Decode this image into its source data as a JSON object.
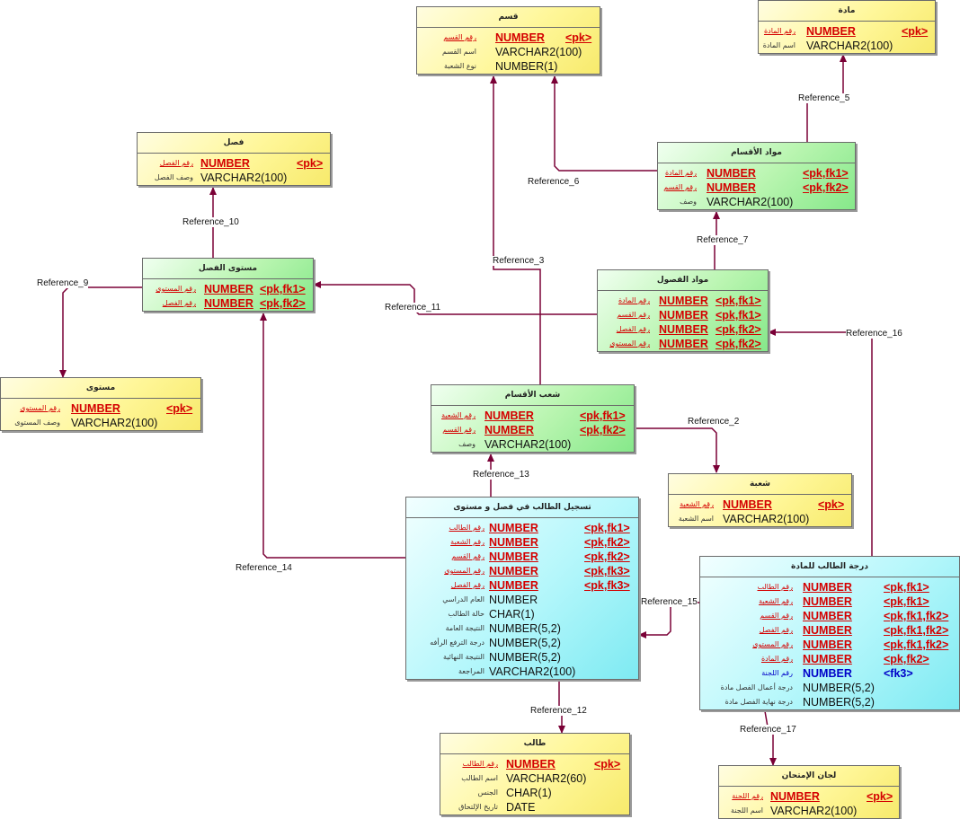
{
  "colors": {
    "line": "#7a0036",
    "pk_text": "#d40000",
    "fk_text": "#0000c8",
    "yellow_entity": "#fff79a",
    "green_entity": "#b9f5b0",
    "cyan_entity": "#b5f7fb"
  },
  "entities": [
    {
      "id": "qism",
      "title": "قسم",
      "theme": "yellow",
      "cols": [
        {
          "name": "رقم القسم",
          "type": "NUMBER",
          "key": "<pk>",
          "style": "key"
        },
        {
          "name": "اسم القسم",
          "type": "VARCHAR2(100)",
          "key": "",
          "style": "plain"
        },
        {
          "name": "نوع الشعبة",
          "type": "NUMBER(1)",
          "key": "",
          "style": "plain"
        }
      ]
    },
    {
      "id": "mada",
      "title": "مادة",
      "theme": "yellow",
      "cols": [
        {
          "name": "رقم المادة",
          "type": "NUMBER",
          "key": "<pk>",
          "style": "key"
        },
        {
          "name": "اسم المادة",
          "type": "VARCHAR2(100)",
          "key": "",
          "style": "plain"
        }
      ]
    },
    {
      "id": "fasl",
      "title": "فصل",
      "theme": "yellow",
      "cols": [
        {
          "name": "رقم الفصل",
          "type": "NUMBER",
          "key": "<pk>",
          "style": "key"
        },
        {
          "name": "وصف الفصل",
          "type": "VARCHAR2(100)",
          "key": "",
          "style": "plain"
        }
      ]
    },
    {
      "id": "mawad_aqsam",
      "title": "مواد الأقسام",
      "theme": "green",
      "cols": [
        {
          "name": "رقم المادة",
          "type": "NUMBER",
          "key": "<pk,fk1>",
          "style": "key"
        },
        {
          "name": "رقم القسم",
          "type": "NUMBER",
          "key": "<pk,fk2>",
          "style": "key"
        },
        {
          "name": "وصف",
          "type": "VARCHAR2(100)",
          "key": "",
          "style": "plain"
        }
      ]
    },
    {
      "id": "mustawa_fasl",
      "title": "مستوى الفصل",
      "theme": "green",
      "cols": [
        {
          "name": "رقم المستوى",
          "type": "NUMBER",
          "key": "<pk,fk1>",
          "style": "key"
        },
        {
          "name": "رقم الفصل",
          "type": "NUMBER",
          "key": "<pk,fk2>",
          "style": "key"
        }
      ]
    },
    {
      "id": "mawad_fusul",
      "title": "مواد الفصول",
      "theme": "green",
      "cols": [
        {
          "name": "رقم المادة",
          "type": "NUMBER",
          "key": "<pk,fk1>",
          "style": "key"
        },
        {
          "name": "رقم القسم",
          "type": "NUMBER",
          "key": "<pk,fk1>",
          "style": "key"
        },
        {
          "name": "رقم الفصل",
          "type": "NUMBER",
          "key": "<pk,fk2>",
          "style": "key"
        },
        {
          "name": "رقم المستوى",
          "type": "NUMBER",
          "key": "<pk,fk2>",
          "style": "key"
        }
      ]
    },
    {
      "id": "mustawa",
      "title": "مستوى",
      "theme": "yellow",
      "cols": [
        {
          "name": "رقم المستوى",
          "type": "NUMBER",
          "key": "<pk>",
          "style": "key"
        },
        {
          "name": "وصف المستوى",
          "type": "VARCHAR2(100)",
          "key": "",
          "style": "plain"
        }
      ]
    },
    {
      "id": "shuab_aqsam",
      "title": "شعب الأقسام",
      "theme": "green",
      "cols": [
        {
          "name": "رقم الشعبة",
          "type": "NUMBER",
          "key": "<pk,fk1>",
          "style": "key"
        },
        {
          "name": "رقم القسم",
          "type": "NUMBER",
          "key": "<pk,fk2>",
          "style": "key"
        },
        {
          "name": "وصف",
          "type": "VARCHAR2(100)",
          "key": "",
          "style": "plain"
        }
      ]
    },
    {
      "id": "shuba",
      "title": "شعبة",
      "theme": "yellow",
      "cols": [
        {
          "name": "رقم الشعبة",
          "type": "NUMBER",
          "key": "<pk>",
          "style": "key"
        },
        {
          "name": "اسم الشعبة",
          "type": "VARCHAR2(100)",
          "key": "",
          "style": "plain"
        }
      ]
    },
    {
      "id": "tasjeel",
      "title": "تسجيل الطالب في فصل و مستوى",
      "theme": "cyan",
      "cols": [
        {
          "name": "رقم الطالب",
          "type": "NUMBER",
          "key": "<pk,fk1>",
          "style": "key"
        },
        {
          "name": "رقم الشعبة",
          "type": "NUMBER",
          "key": "<pk,fk2>",
          "style": "key"
        },
        {
          "name": "رقم القسم",
          "type": "NUMBER",
          "key": "<pk,fk2>",
          "style": "key"
        },
        {
          "name": "رقم المستوى",
          "type": "NUMBER",
          "key": "<pk,fk3>",
          "style": "key"
        },
        {
          "name": "رقم الفصل",
          "type": "NUMBER",
          "key": "<pk,fk3>",
          "style": "key"
        },
        {
          "name": "العام الدراسي",
          "type": "NUMBER",
          "key": "",
          "style": "plain"
        },
        {
          "name": "حالة الطالب",
          "type": "CHAR(1)",
          "key": "",
          "style": "plain"
        },
        {
          "name": "النتيجة العامة",
          "type": "NUMBER(5,2)",
          "key": "",
          "style": "plain"
        },
        {
          "name": "درجة الترفع الرأفه",
          "type": "NUMBER(5,2)",
          "key": "",
          "style": "plain"
        },
        {
          "name": "النتيجة النهائية",
          "type": "NUMBER(5,2)",
          "key": "",
          "style": "plain"
        },
        {
          "name": "المراجعة",
          "type": "VARCHAR2(100)",
          "key": "",
          "style": "plain"
        }
      ]
    },
    {
      "id": "daraja",
      "title": "درجة الطالب للمادة",
      "theme": "cyan",
      "cols": [
        {
          "name": "رقم الطالب",
          "type": "NUMBER",
          "key": "<pk,fk1>",
          "style": "key"
        },
        {
          "name": "رقم الشعبة",
          "type": "NUMBER",
          "key": "<pk,fk1>",
          "style": "key"
        },
        {
          "name": "رقم القسم",
          "type": "NUMBER",
          "key": "<pk,fk1,fk2>",
          "style": "key"
        },
        {
          "name": "رقم الفصل",
          "type": "NUMBER",
          "key": "<pk,fk1,fk2>",
          "style": "key"
        },
        {
          "name": "رقم المستوى",
          "type": "NUMBER",
          "key": "<pk,fk1,fk2>",
          "style": "key"
        },
        {
          "name": "رقم المادة",
          "type": "NUMBER",
          "key": "<pk,fk2>",
          "style": "key"
        },
        {
          "name": "رقم اللجنة",
          "type": "NUMBER",
          "key": "<fk3>",
          "style": "fkonly"
        },
        {
          "name": "درجة أعمال الفصل مادة",
          "type": "NUMBER(5,2)",
          "key": "",
          "style": "plain"
        },
        {
          "name": "درجة نهاية الفصل مادة",
          "type": "NUMBER(5,2)",
          "key": "",
          "style": "plain"
        }
      ]
    },
    {
      "id": "talib",
      "title": "طالب",
      "theme": "yellow",
      "cols": [
        {
          "name": "رقم الطالب",
          "type": "NUMBER",
          "key": "<pk>",
          "style": "key"
        },
        {
          "name": "اسم الطالب",
          "type": "VARCHAR2(60)",
          "key": "",
          "style": "plain"
        },
        {
          "name": "الجنس",
          "type": "CHAR(1)",
          "key": "",
          "style": "plain"
        },
        {
          "name": "تاريخ الإلتحاق",
          "type": "DATE",
          "key": "",
          "style": "plain"
        }
      ]
    },
    {
      "id": "lijan",
      "title": "لجان الإمتحان",
      "theme": "yellow",
      "cols": [
        {
          "name": "رقم اللجنة",
          "type": "NUMBER",
          "key": "<pk>",
          "style": "key"
        },
        {
          "name": "اسم اللجنة",
          "type": "VARCHAR2(100)",
          "key": "",
          "style": "plain"
        }
      ]
    }
  ],
  "references": [
    {
      "label": "Reference_2"
    },
    {
      "label": "Reference_3"
    },
    {
      "label": "Reference_5"
    },
    {
      "label": "Reference_6"
    },
    {
      "label": "Reference_7"
    },
    {
      "label": "Reference_9"
    },
    {
      "label": "Reference_10"
    },
    {
      "label": "Reference_11"
    },
    {
      "label": "Reference_12"
    },
    {
      "label": "Reference_13"
    },
    {
      "label": "Reference_14"
    },
    {
      "label": "Reference_15"
    },
    {
      "label": "Reference_16"
    },
    {
      "label": "Reference_17"
    }
  ]
}
